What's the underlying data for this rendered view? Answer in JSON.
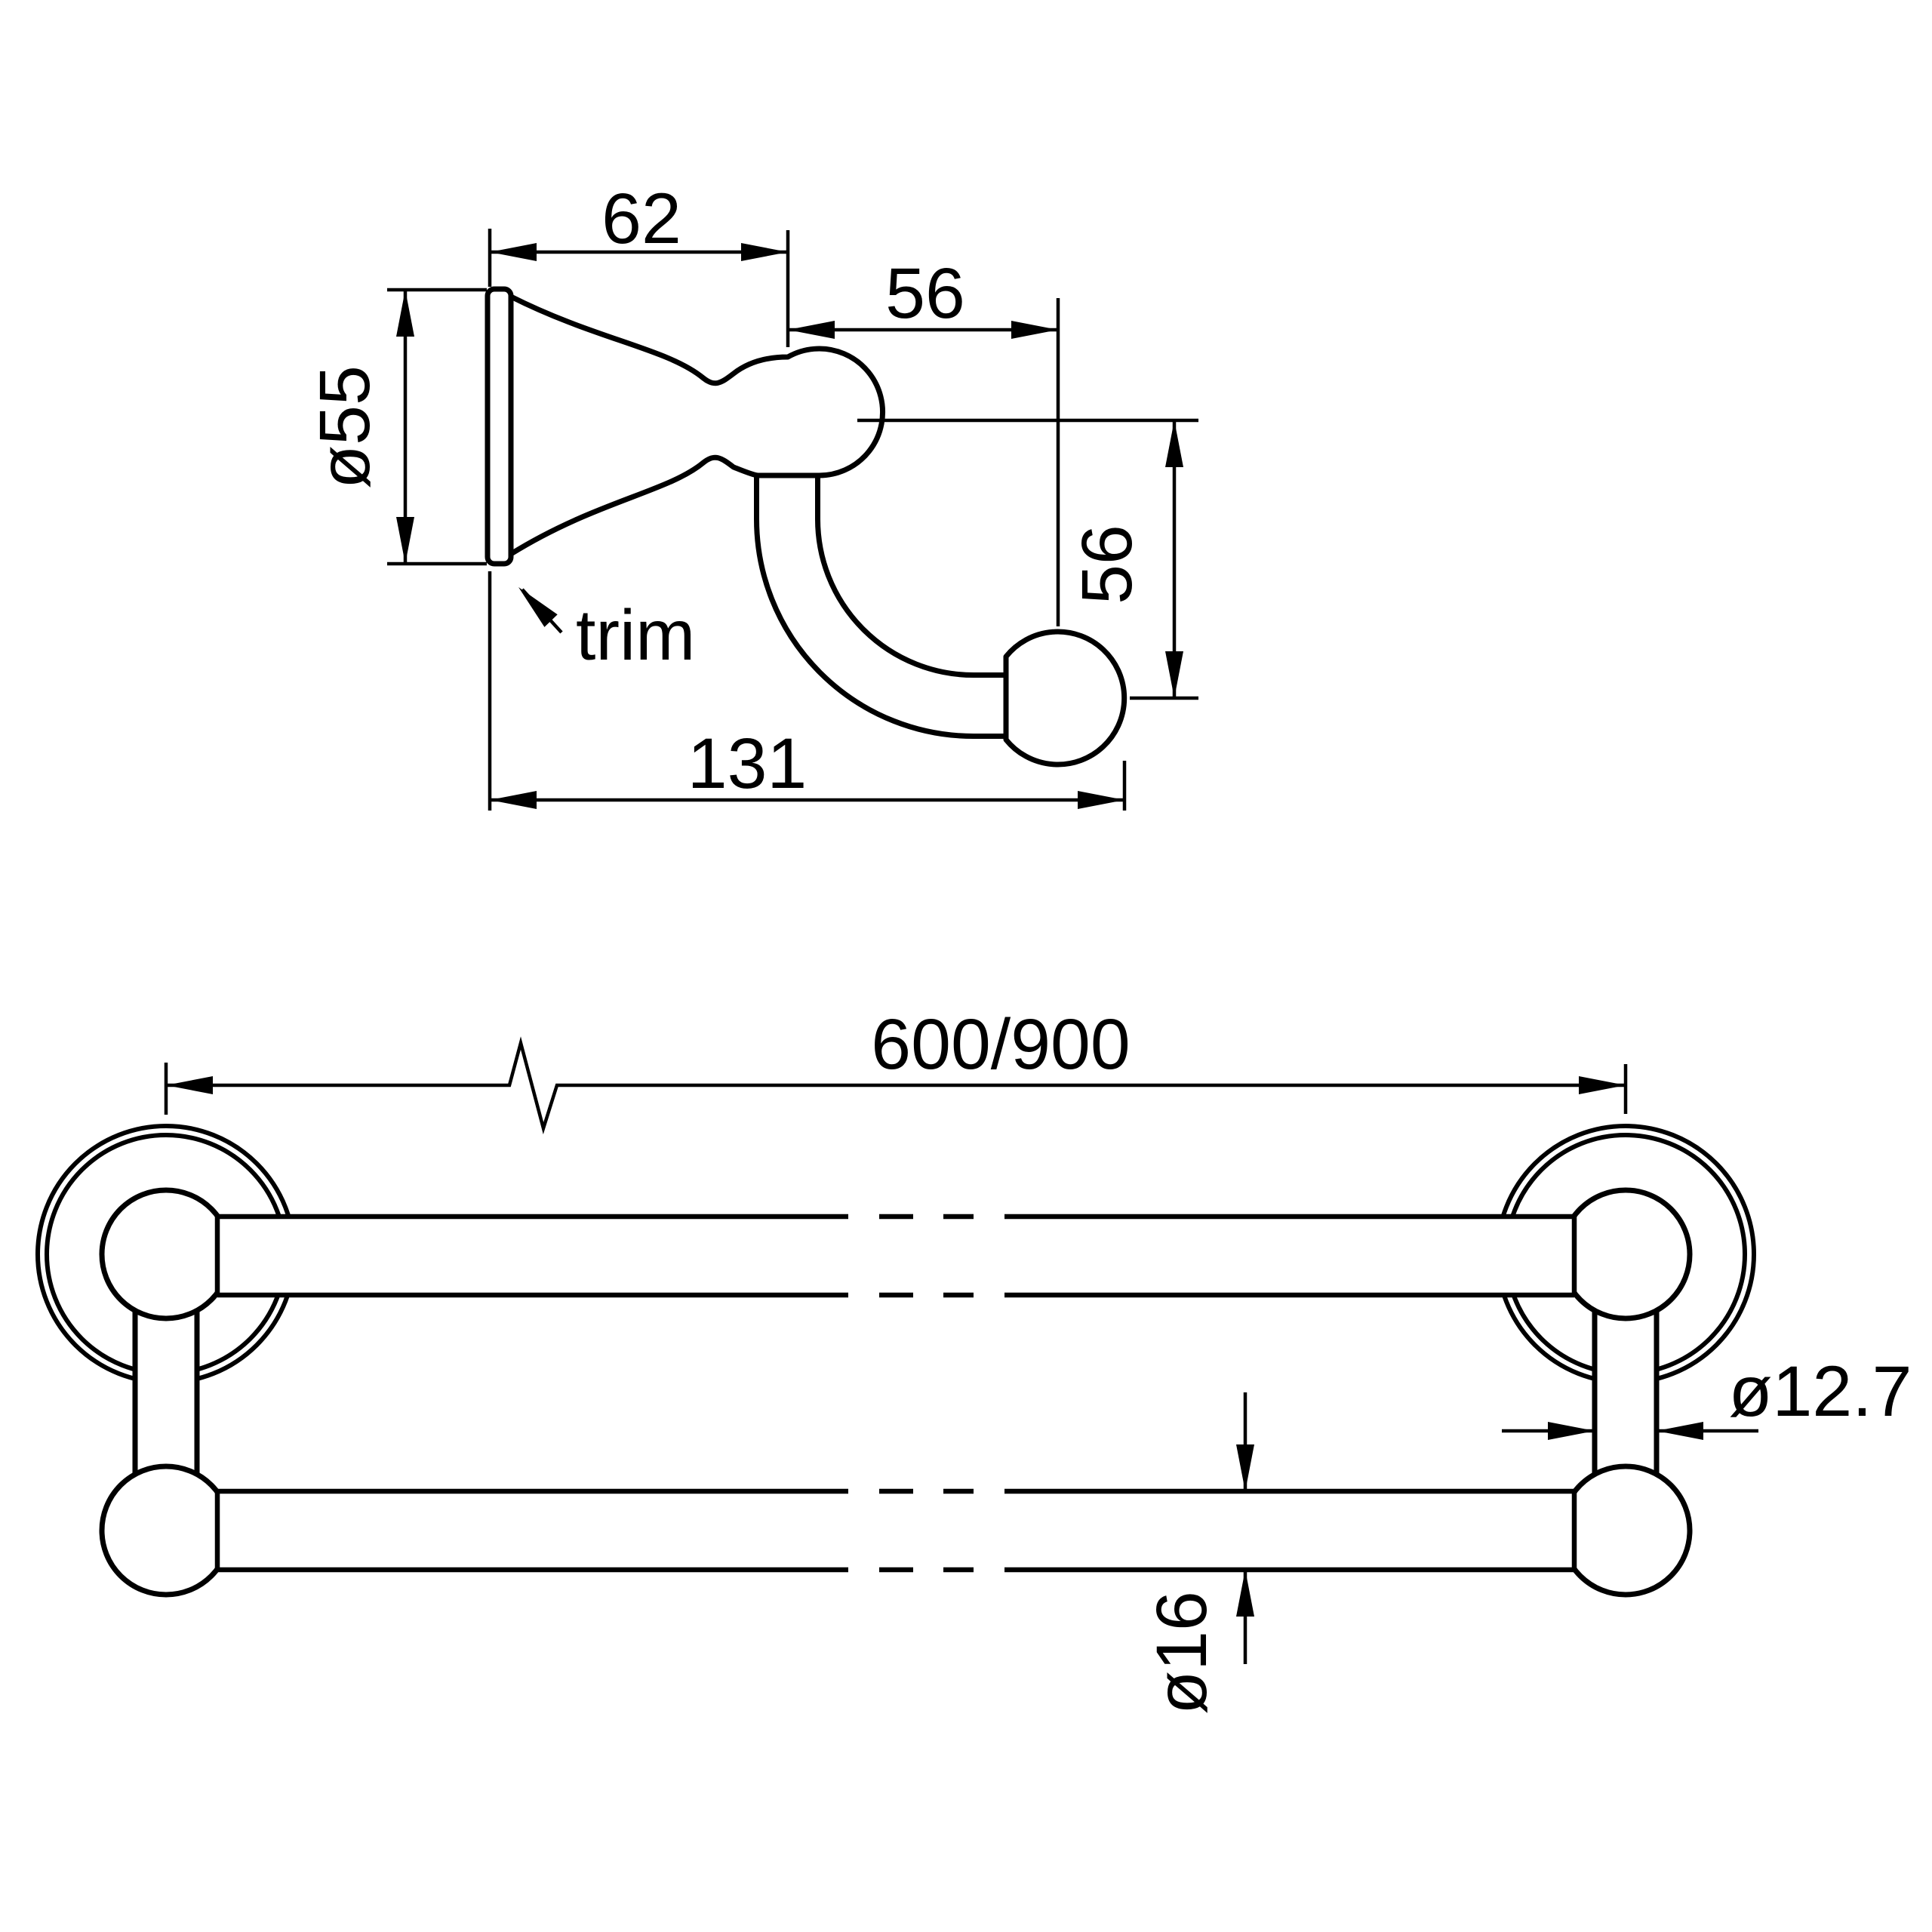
{
  "drawing": {
    "background_color": "#ffffff",
    "line_color": "#000000"
  },
  "side_view": {
    "dim_projection_width": "62",
    "dim_ball_offset": "56",
    "dim_flange_diameter": "ø55",
    "dim_vertical_drop": "56",
    "dim_overall_projection": "131",
    "trim_label": "trim"
  },
  "front_view": {
    "dim_overall_length": "600/900",
    "dim_post_diameter": "ø12.7",
    "dim_rail_diameter": "ø16"
  }
}
